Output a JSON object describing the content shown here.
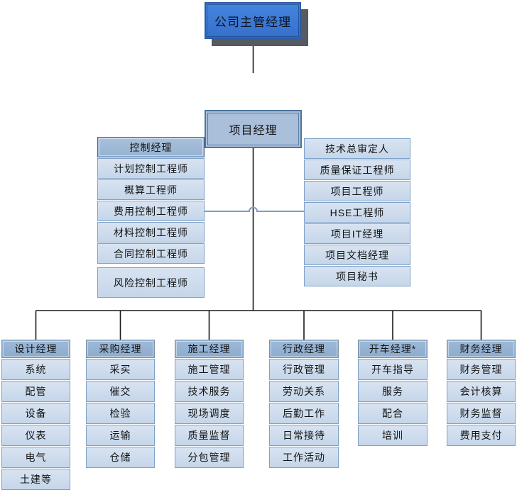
{
  "org": {
    "root": "公司主管经理",
    "project_manager": "项目经理",
    "control": {
      "header": "控制经理",
      "items": [
        "计划控制工程师",
        "概算工程师",
        "费用控制工程师",
        "材料控制工程师",
        "合同控制工程师",
        "风险控制工程师"
      ]
    },
    "staff": {
      "items": [
        "技术总审定人",
        "质量保证工程师",
        "项目工程师",
        "HSE工程师",
        "项目IT经理",
        "项目文档经理",
        "项目秘书"
      ]
    },
    "departments": [
      {
        "header": "设计经理",
        "items": [
          "系统",
          "配管",
          "设备",
          "仪表",
          "电气",
          "土建等"
        ]
      },
      {
        "header": "采购经理",
        "items": [
          "采买",
          "催交",
          "检验",
          "运输",
          "仓储"
        ]
      },
      {
        "header": "施工经理",
        "items": [
          "施工管理",
          "技术服务",
          "现场调度",
          "质量监督",
          "分包管理"
        ]
      },
      {
        "header": "行政经理",
        "items": [
          "行政管理",
          "劳动关系",
          "后勤工作",
          "日常接待",
          "工作活动"
        ]
      },
      {
        "header": "开车经理*",
        "items": [
          "开车指导",
          "服务",
          "配合",
          "培训"
        ]
      },
      {
        "header": "财务经理",
        "items": [
          "财务管理",
          "会计核算",
          "财务监督",
          "费用支付"
        ]
      }
    ],
    "colors": {
      "root_fill": "#3c7bd8",
      "root_border": "#2a5ca4",
      "root_shadow": "#565a61",
      "level2_fill": "#a9bfda",
      "level2_border": "#4e759f",
      "mid_header_fill": "#9db7d7",
      "dept_header_fill": "#93b0d2",
      "row_fill": "#c9d9eb",
      "row_border": "#7ea2c8",
      "line_black": "#1a1a1a",
      "line_blue": "#7e9ec4"
    }
  }
}
